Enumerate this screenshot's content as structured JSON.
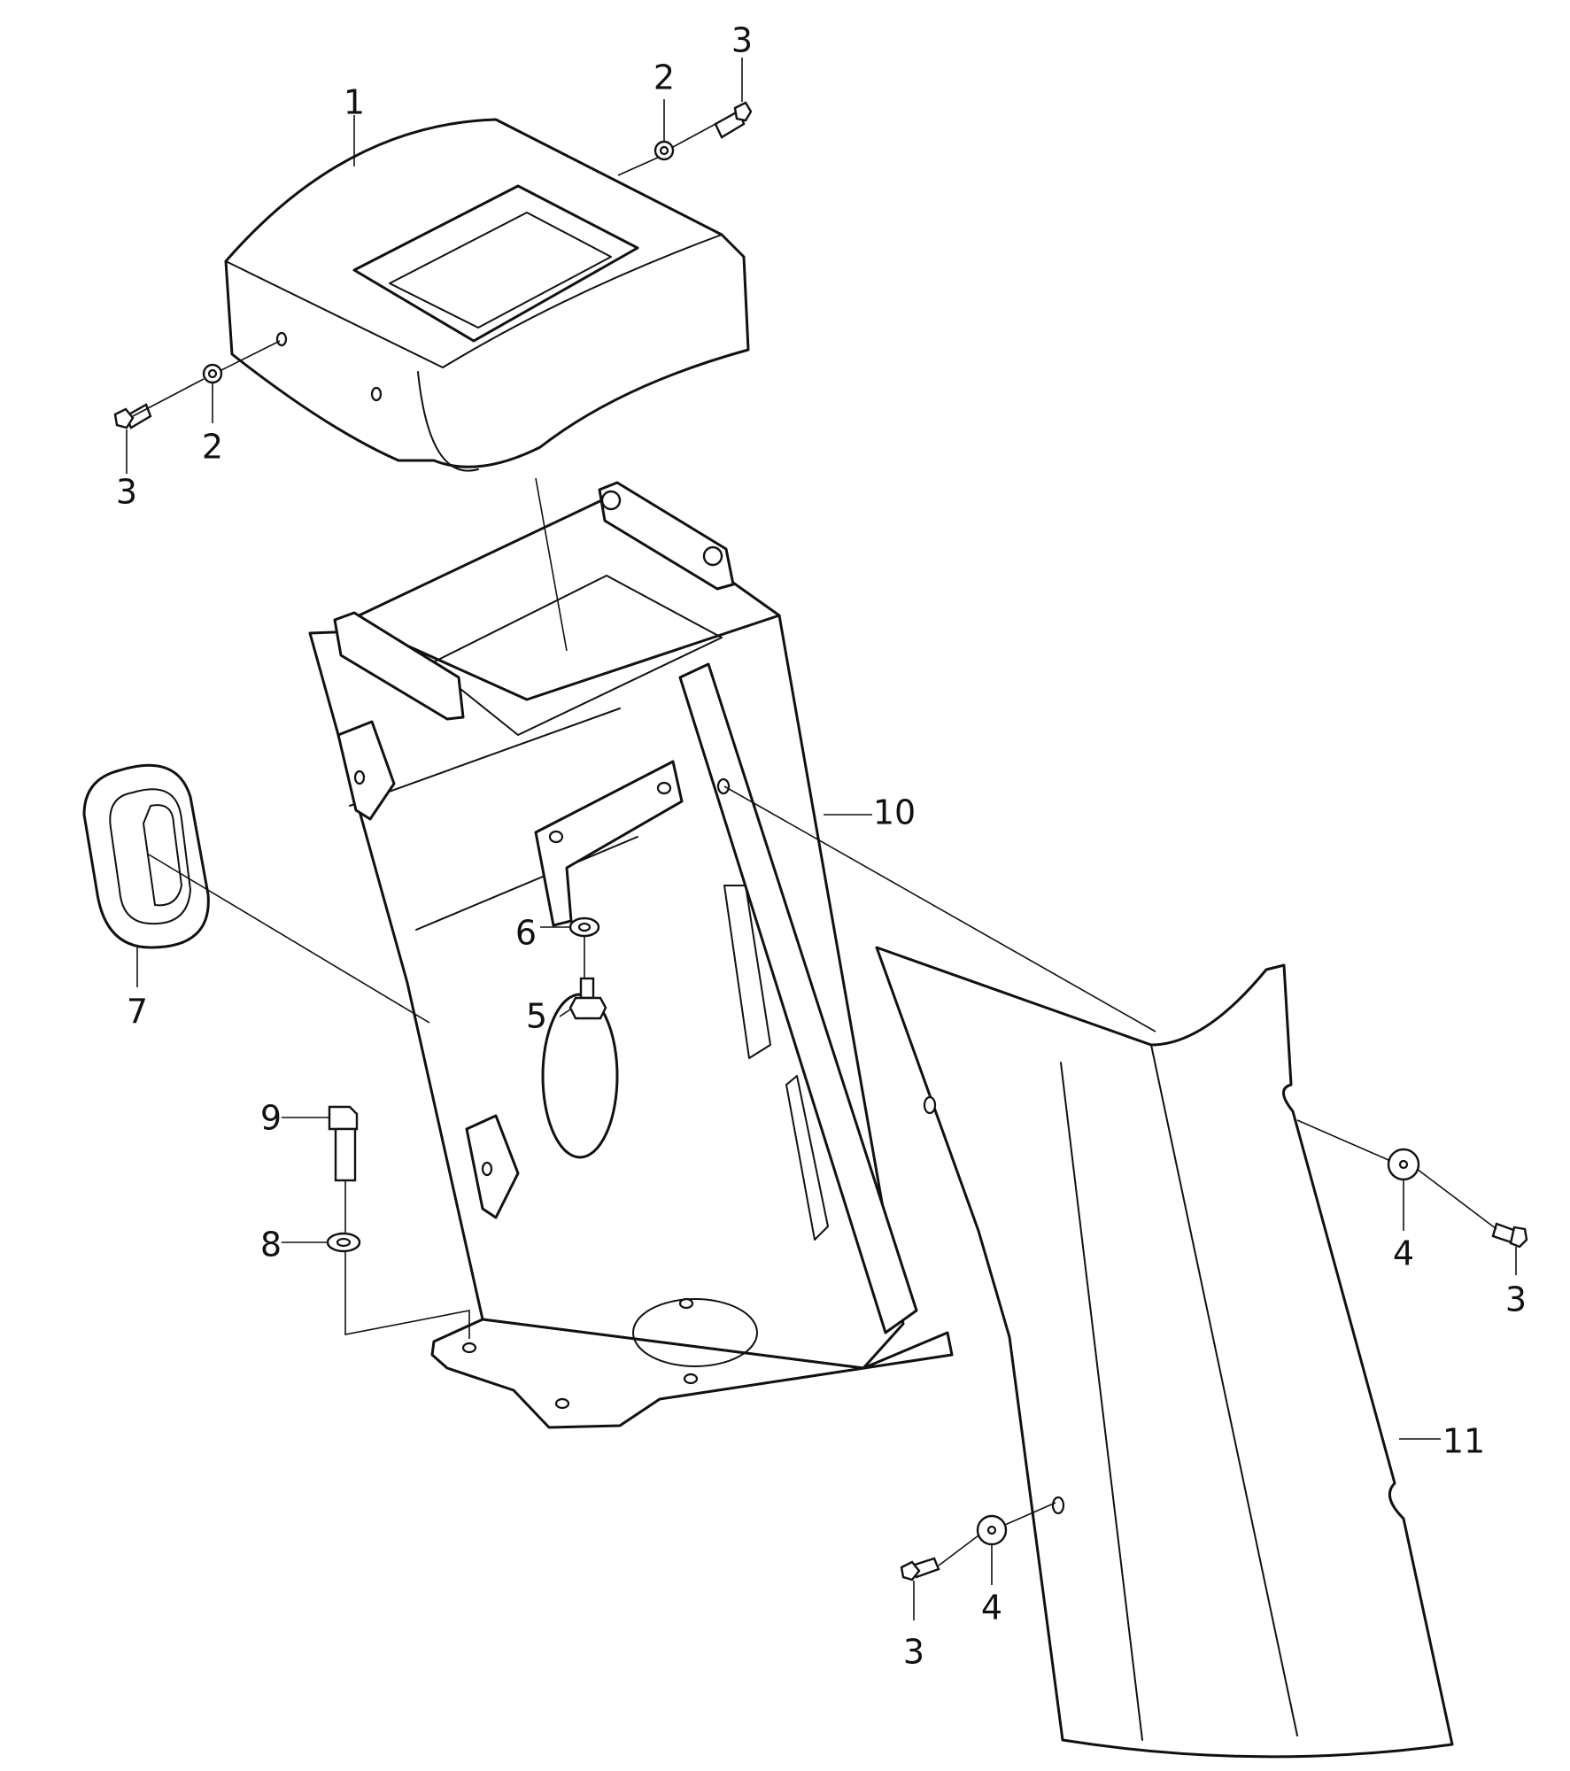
{
  "callouts": {
    "c1": "1",
    "c2a": "2",
    "c3a": "3",
    "c2b": "2",
    "c3b": "3",
    "c7": "7",
    "c10": "10",
    "c6": "6",
    "c5": "5",
    "c9": "9",
    "c8": "8",
    "c4a": "4",
    "c3c": "3",
    "c11": "11",
    "c4b": "4",
    "c3d": "3"
  },
  "colors": {
    "line": "#111111",
    "background": "#ffffff"
  }
}
